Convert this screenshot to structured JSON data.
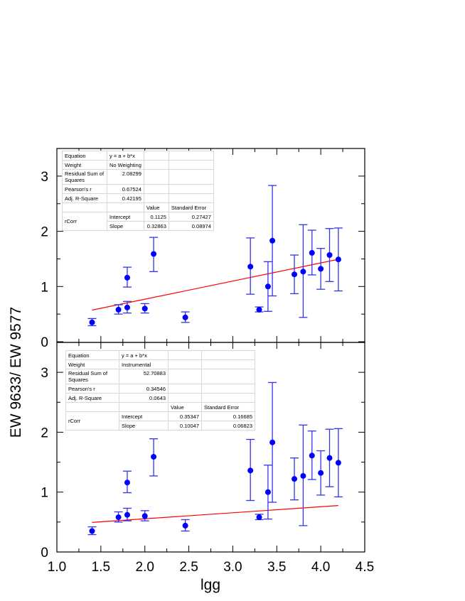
{
  "chart_data": [
    {
      "type": "scatter",
      "panel": "top",
      "title": "",
      "xlabel": "lgg",
      "ylabel": "EW 9633/ EW 9577",
      "xlim": [
        1.0,
        4.5
      ],
      "ylim": [
        0,
        3.5
      ],
      "xticks": [
        "1.0",
        "1.5",
        "2.0",
        "2.5",
        "3.0",
        "3.5",
        "4.0",
        "4.5"
      ],
      "yticks": [
        "0",
        "1",
        "2",
        "3"
      ],
      "grid": false,
      "points": [
        {
          "x": 1.4,
          "y": 0.35,
          "lo": 0.29,
          "hi": 0.42
        },
        {
          "x": 1.7,
          "y": 0.58,
          "lo": 0.5,
          "hi": 0.67
        },
        {
          "x": 1.8,
          "y": 0.62,
          "lo": 0.52,
          "hi": 0.73
        },
        {
          "x": 1.8,
          "y": 1.16,
          "lo": 0.99,
          "hi": 1.35
        },
        {
          "x": 2.0,
          "y": 0.6,
          "lo": 0.52,
          "hi": 0.69
        },
        {
          "x": 2.1,
          "y": 1.59,
          "lo": 1.27,
          "hi": 1.89
        },
        {
          "x": 2.46,
          "y": 0.44,
          "lo": 0.35,
          "hi": 0.54
        },
        {
          "x": 3.2,
          "y": 1.36,
          "lo": 0.86,
          "hi": 1.88
        },
        {
          "x": 3.3,
          "y": 0.58,
          "lo": 0.54,
          "hi": 0.63
        },
        {
          "x": 3.4,
          "y": 1.0,
          "lo": 0.55,
          "hi": 1.45
        },
        {
          "x": 3.45,
          "y": 1.83,
          "lo": 0.83,
          "hi": 2.83
        },
        {
          "x": 3.7,
          "y": 1.22,
          "lo": 0.87,
          "hi": 1.57
        },
        {
          "x": 3.8,
          "y": 1.27,
          "lo": 0.44,
          "hi": 2.12
        },
        {
          "x": 3.9,
          "y": 1.61,
          "lo": 1.21,
          "hi": 2.02
        },
        {
          "x": 4.0,
          "y": 1.32,
          "lo": 0.95,
          "hi": 1.69
        },
        {
          "x": 4.1,
          "y": 1.57,
          "lo": 1.09,
          "hi": 2.05
        },
        {
          "x": 4.2,
          "y": 1.49,
          "lo": 0.92,
          "hi": 2.06
        }
      ],
      "fit": {
        "x0": 1.4,
        "x1": 4.2,
        "intercept": 0.1125,
        "slope": 0.32863,
        "color": "#ff0000"
      },
      "point_color": "#0000ff",
      "errorbar_color": "#3333ee",
      "stats_table": {
        "equation_label": "Equation",
        "equation": "y = a + b*x",
        "weight_label": "Weight",
        "weight": "No Weighting",
        "rss_label1": "Residual Sum of",
        "rss_label2": "Squares",
        "rss": "2.08299",
        "pearson_label": "Pearson's r",
        "pearson": "0.67524",
        "adjr2_label": "Adj. R-Square",
        "adjr2": "0.42195",
        "value_header": "Value",
        "stderr_header": "Standard Error",
        "group_label": "rCorr",
        "intercept_label": "Intercept",
        "intercept_value": "0.1125",
        "intercept_se": "0.27427",
        "slope_label": "Slope",
        "slope_value": "0.32863",
        "slope_se": "0.08974"
      }
    },
    {
      "type": "scatter",
      "panel": "bottom",
      "title": "",
      "xlabel": "lgg",
      "ylabel": "EW 9633/ EW 9577",
      "xlim": [
        1.0,
        4.5
      ],
      "ylim": [
        0,
        3.2
      ],
      "xticks": [
        "1.0",
        "1.5",
        "2.0",
        "2.5",
        "3.0",
        "3.5",
        "4.0",
        "4.5"
      ],
      "yticks": [
        "0",
        "1",
        "2",
        "3"
      ],
      "grid": false,
      "points": [
        {
          "x": 1.4,
          "y": 0.35,
          "lo": 0.29,
          "hi": 0.42
        },
        {
          "x": 1.7,
          "y": 0.58,
          "lo": 0.5,
          "hi": 0.67
        },
        {
          "x": 1.8,
          "y": 0.62,
          "lo": 0.52,
          "hi": 0.73
        },
        {
          "x": 1.8,
          "y": 1.16,
          "lo": 0.99,
          "hi": 1.35
        },
        {
          "x": 2.0,
          "y": 0.6,
          "lo": 0.52,
          "hi": 0.69
        },
        {
          "x": 2.1,
          "y": 1.59,
          "lo": 1.27,
          "hi": 1.89
        },
        {
          "x": 2.46,
          "y": 0.44,
          "lo": 0.35,
          "hi": 0.54
        },
        {
          "x": 3.2,
          "y": 1.36,
          "lo": 0.86,
          "hi": 1.88
        },
        {
          "x": 3.3,
          "y": 0.58,
          "lo": 0.54,
          "hi": 0.63
        },
        {
          "x": 3.4,
          "y": 1.0,
          "lo": 0.55,
          "hi": 1.45
        },
        {
          "x": 3.45,
          "y": 1.83,
          "lo": 0.83,
          "hi": 2.83
        },
        {
          "x": 3.7,
          "y": 1.22,
          "lo": 0.87,
          "hi": 1.57
        },
        {
          "x": 3.8,
          "y": 1.27,
          "lo": 0.44,
          "hi": 2.12
        },
        {
          "x": 3.9,
          "y": 1.61,
          "lo": 1.21,
          "hi": 2.02
        },
        {
          "x": 4.0,
          "y": 1.32,
          "lo": 0.95,
          "hi": 1.69
        },
        {
          "x": 4.1,
          "y": 1.57,
          "lo": 1.09,
          "hi": 2.05
        },
        {
          "x": 4.2,
          "y": 1.49,
          "lo": 0.92,
          "hi": 2.06
        }
      ],
      "fit": {
        "x0": 1.4,
        "x1": 4.2,
        "intercept": 0.35347,
        "slope": 0.10047,
        "color": "#ff0000"
      },
      "point_color": "#0000ff",
      "errorbar_color": "#3333ee",
      "stats_table": {
        "equation_label": "Equation",
        "equation": "y = a + b*x",
        "weight_label": "Weight",
        "weight": "Instrumental",
        "rss_label1": "Residual Sum of",
        "rss_label2": "Squares",
        "rss": "52.70883",
        "pearson_label": "Pearson's r",
        "pearson": "0.34546",
        "adjr2_label": "Adj. R-Square",
        "adjr2": "0.0643",
        "value_header": "Value",
        "stderr_header": "Standard Error",
        "group_label": "rCorr",
        "intercept_label": "Intercept",
        "intercept_value": "0.35347",
        "intercept_se": "0.16685",
        "slope_label": "Slope",
        "slope_value": "0.10047",
        "slope_se": "0.06823"
      }
    }
  ],
  "axes": {
    "xlabel": "lgg",
    "ylabel": "EW 9633/ EW 9577"
  }
}
